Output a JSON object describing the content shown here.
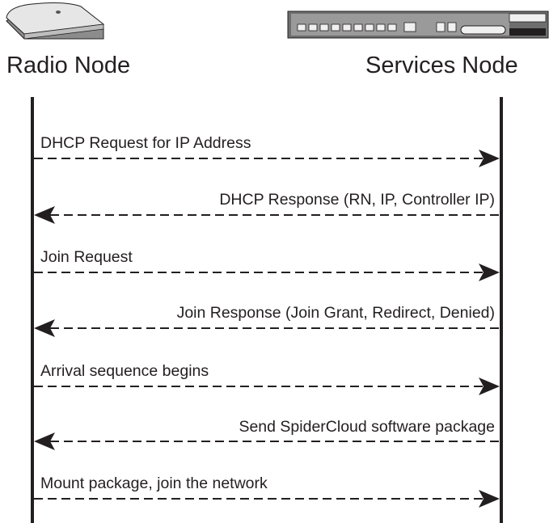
{
  "nodes": {
    "left": {
      "title": "Radio Node"
    },
    "right": {
      "title": "Services Node"
    }
  },
  "messages": [
    {
      "label": "DHCP Request for IP Address",
      "direction": "right"
    },
    {
      "label": "DHCP Response (RN, IP, Controller IP)",
      "direction": "left"
    },
    {
      "label": "Join Request",
      "direction": "right"
    },
    {
      "label": "Join Response (Join Grant, Redirect, Denied)",
      "direction": "left"
    },
    {
      "label": "Arrival sequence begins",
      "direction": "right"
    },
    {
      "label": "Send SpiderCloud software package",
      "direction": "left"
    },
    {
      "label": "Mount package, join the network",
      "direction": "right"
    }
  ],
  "colors": {
    "ink": "#231f20",
    "device_body": "#d9d9d9",
    "device_panel": "#555555"
  }
}
